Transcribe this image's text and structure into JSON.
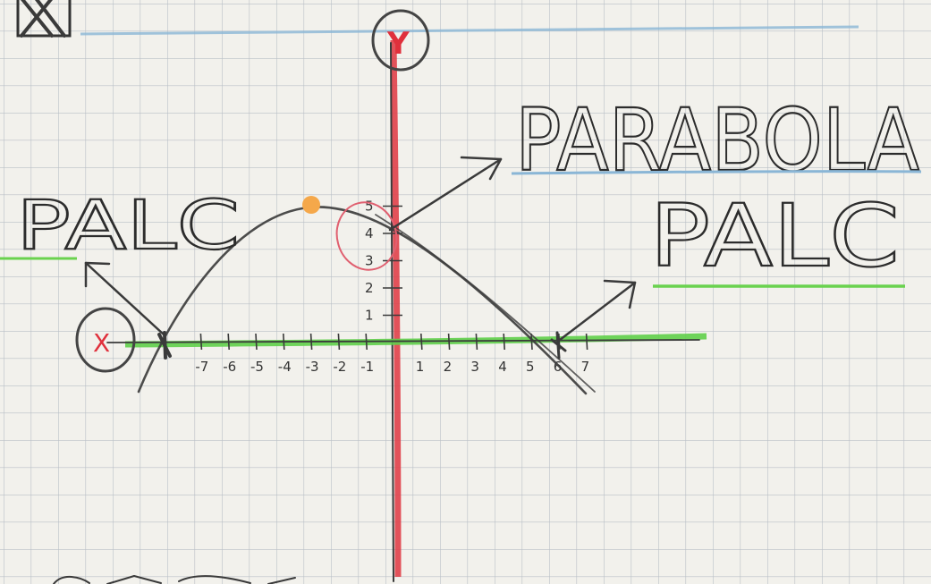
{
  "labels": {
    "corner_mark": "X",
    "left_word": "PALC",
    "right_word_top": "PARABOLA",
    "right_word_bottom": "PALC",
    "y_axis_name": "Y",
    "x_axis_name": "X"
  },
  "x_ticks": [
    {
      "label": "-7",
      "value": -7
    },
    {
      "label": "-6",
      "value": -6
    },
    {
      "label": "-5",
      "value": -5
    },
    {
      "label": "-4",
      "value": -4
    },
    {
      "label": "-3",
      "value": -3
    },
    {
      "label": "-2",
      "value": -2
    },
    {
      "label": "-1",
      "value": -1
    },
    {
      "label": "1",
      "value": 1
    },
    {
      "label": "2",
      "value": 2
    },
    {
      "label": "3",
      "value": 3
    },
    {
      "label": "4",
      "value": 4
    },
    {
      "label": "5",
      "value": 5
    },
    {
      "label": "6",
      "value": 6
    },
    {
      "label": "7",
      "value": 7
    }
  ],
  "y_ticks": [
    {
      "label": "1",
      "value": 1
    },
    {
      "label": "2",
      "value": 2
    },
    {
      "label": "3",
      "value": 3
    },
    {
      "label": "4",
      "value": 4
    },
    {
      "label": "5",
      "value": 5
    }
  ],
  "colors": {
    "paper": "#f2f1ec",
    "grid": "#b9bfc6",
    "x_axis": "#5fcf4a",
    "y_axis": "#e0404a",
    "vertex": "#f5a84a",
    "pencil": "#3a3a3a",
    "axis_letter": "#e0303c",
    "underline_green": "#6ad24e",
    "underline_blue": "#8ab6d6"
  }
}
